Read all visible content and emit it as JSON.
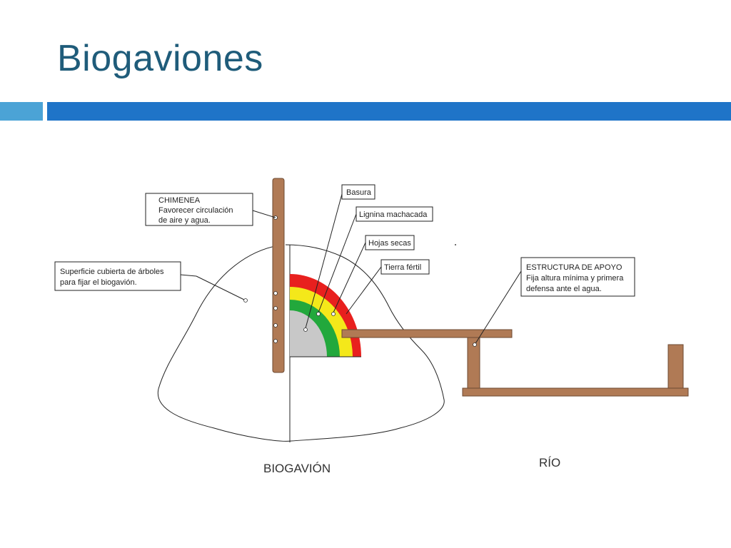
{
  "title": "Biogaviones",
  "labels": {
    "chimenea_title": "CHIMENEA",
    "chimenea_line1": "Favorecer circulación",
    "chimenea_line2": "de aire y agua.",
    "superficie_line1": "Superficie cubierta de árboles",
    "superficie_line2": "para fijar el biogavión.",
    "basura": "Basura",
    "lignina": "Lignina machacada",
    "hojas": "Hojas secas",
    "tierra": "Tierra fértil",
    "estructura_title": "ESTRUCTURA DE APOYO",
    "estructura_line1": "Fija altura mínima y primera",
    "estructura_line2": "defensa ante el agua.",
    "biogavion": "BIOGAVIÓN",
    "rio": "RÍO"
  },
  "colors": {
    "title": "#1f5c7a",
    "rule_accent": "#4ba3d6",
    "rule_main": "#1f74c8",
    "wood": "#b07a55",
    "layer_red": "#e8201e",
    "layer_yellow": "#f4e81a",
    "layer_green": "#22a83c",
    "layer_grey": "#c8c8c8"
  }
}
